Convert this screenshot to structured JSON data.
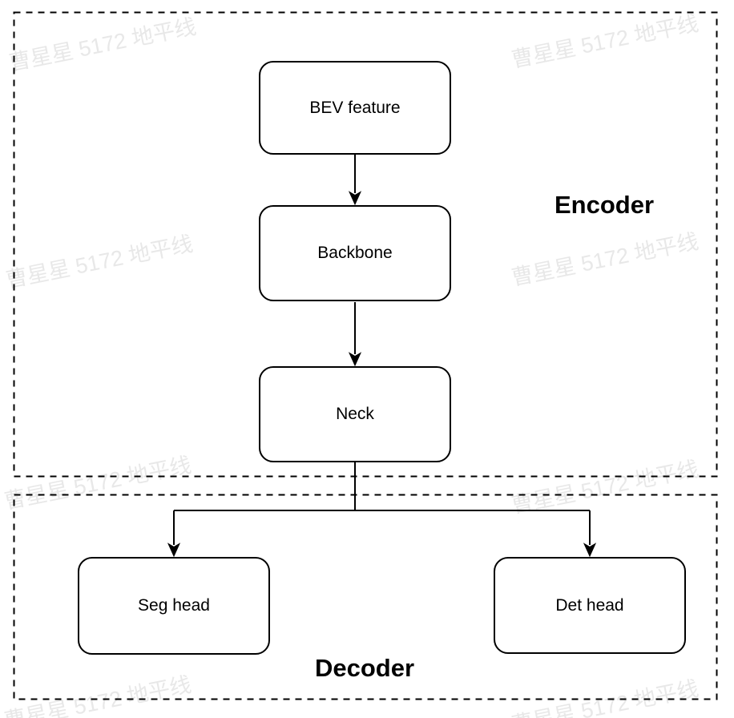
{
  "watermark": {
    "text": "曹星星 5172 地平线",
    "color": "#e8e8e8"
  },
  "encoder": {
    "label": "Encoder",
    "nodes": {
      "bev": {
        "label": "BEV feature"
      },
      "backbone": {
        "label": "Backbone"
      },
      "neck": {
        "label": "Neck"
      }
    }
  },
  "decoder": {
    "label": "Decoder",
    "nodes": {
      "seg": {
        "label": "Seg head"
      },
      "det": {
        "label": "Det head"
      }
    }
  },
  "style": {
    "line_color": "#000000",
    "box_fill": "#ffffff",
    "text_color": "#000000",
    "background": "#ffffff"
  }
}
